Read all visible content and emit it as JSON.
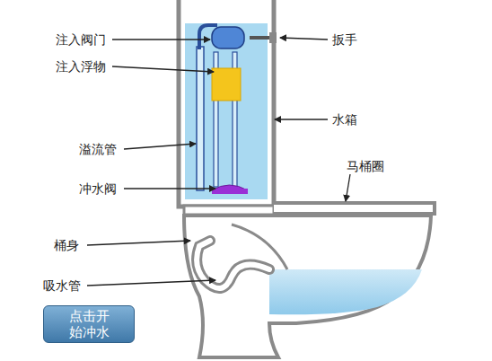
{
  "diagram": {
    "nodes": [
      {
        "text": [
          "点击开 始冲水"
        ]
      }
    ],
    "labels": [
      "注入阀门",
      "注入浮物",
      "溢流管",
      "冲水阀",
      "桶身",
      "吸水管",
      "扳手",
      "水箱",
      "马桶圈"
    ]
  }
}
